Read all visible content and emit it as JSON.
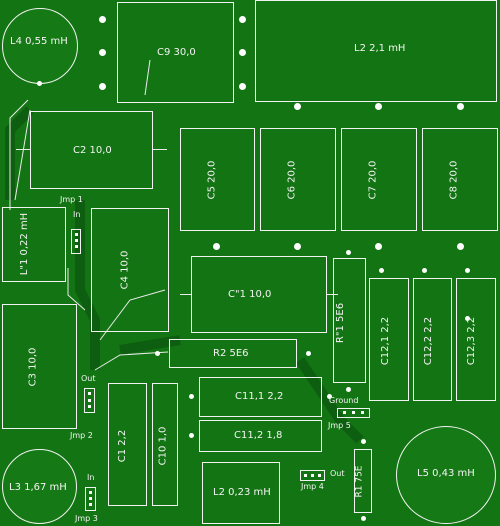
{
  "title": "",
  "components": {
    "l4": "L4 0,55 mH",
    "c9": "C9 30,0",
    "l2big": "L2 2,1 mH",
    "c2": "C2 10,0",
    "c5": "C5 20,0",
    "c6": "C6 20,0",
    "c7": "C7 20,0",
    "c8": "C8 20,0",
    "l1p": "L\"1 0,22 mH",
    "c4": "C4 10,0",
    "c1p": "C\"1 10,0",
    "r1p": "R\"1 5E6",
    "c12_1": "C12,1 2,2",
    "c12_2": "C12,2 2,2",
    "c12_3": "C12,3 2,2",
    "c3": "C3 10,0",
    "r2": "R2 5E6",
    "c11_1": "C11,1 2,2",
    "c11_2": "C11,2 1,8",
    "c1": "C1 2,2",
    "c10": "C10 1,0",
    "l3": "L3 1,67 mH",
    "l2small": "L2 0,23 mH",
    "r1": "R1 75E",
    "l5": "L5 0,43 mH"
  },
  "jumpers": {
    "jmp1": "Jmp 1",
    "in1": "In",
    "out2": "Out",
    "jmp2": "Jmp 2",
    "in3": "In",
    "jmp3": "Jmp 3",
    "ground": "Ground",
    "jmp5": "Jmp 5",
    "out4": "Out",
    "jmp4": "Jmp 4"
  },
  "colors": {
    "board": "#157a15",
    "silkscreen": "#f2f2f2"
  }
}
